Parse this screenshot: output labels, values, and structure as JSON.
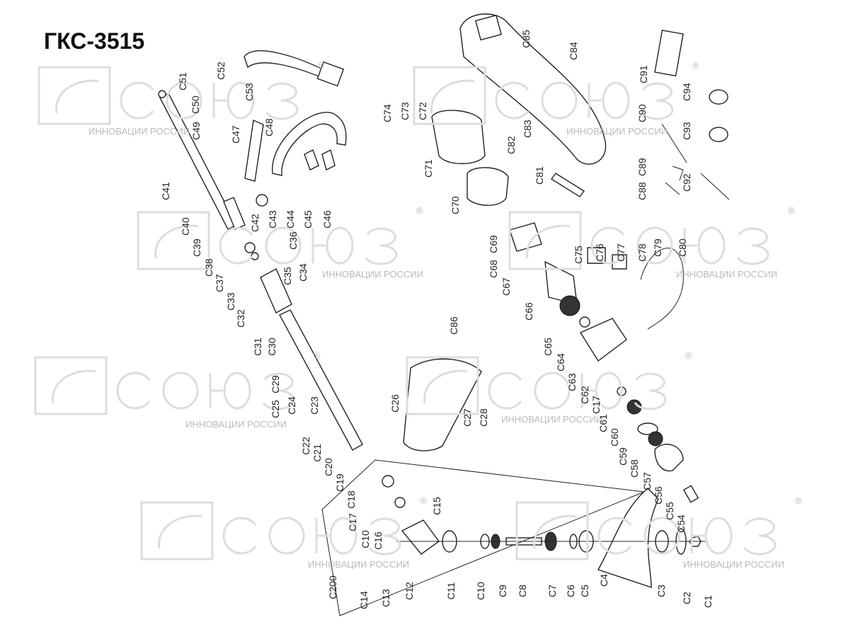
{
  "title": "ГКС-3515",
  "watermark": {
    "brand": "СОЮЗ",
    "tagline": "ИННОВАЦИИ РОССИИ",
    "registered": "®"
  },
  "labels": [
    "C1",
    "C2",
    "C3",
    "C4",
    "C5",
    "C6",
    "C7",
    "C8",
    "C9",
    "C10",
    "C11",
    "C12",
    "C13",
    "C14",
    "C15",
    "C16",
    "C17",
    "C18",
    "C19",
    "C20",
    "C21",
    "C22",
    "C23",
    "C24",
    "C25",
    "C26",
    "C27",
    "C28",
    "C29",
    "C30",
    "C31",
    "C32",
    "C33",
    "C34",
    "C35",
    "C36",
    "C37",
    "C38",
    "C39",
    "C40",
    "C41",
    "C42",
    "C43",
    "C44",
    "C45",
    "C46",
    "C47",
    "C48",
    "C49",
    "C50",
    "C51",
    "C52",
    "C53",
    "C54",
    "C55",
    "C56",
    "C57",
    "C58",
    "C59",
    "C60",
    "C61",
    "C62",
    "C63",
    "C64",
    "C65",
    "C66",
    "C67",
    "C68",
    "C69",
    "C70",
    "C71",
    "C72",
    "C73",
    "C74",
    "C75",
    "C76",
    "C77",
    "C78",
    "C79",
    "C80",
    "C81",
    "C82",
    "C83",
    "C84",
    "C85",
    "C86",
    "C88",
    "C89",
    "C90",
    "C91",
    "C92",
    "C93",
    "C94",
    "C200",
    "C10",
    "C17"
  ]
}
